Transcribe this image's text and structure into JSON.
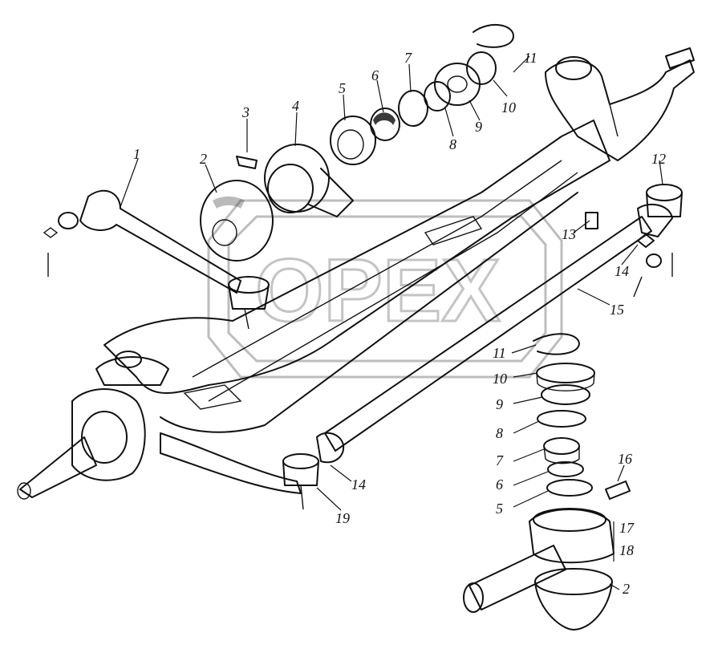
{
  "watermark": {
    "text": "OPEX"
  },
  "callouts": [
    {
      "id": "l1",
      "text": "1"
    },
    {
      "id": "l2a",
      "text": "2"
    },
    {
      "id": "l3",
      "text": "3"
    },
    {
      "id": "l4",
      "text": "4"
    },
    {
      "id": "l5a",
      "text": "5"
    },
    {
      "id": "l6a",
      "text": "6"
    },
    {
      "id": "l7a",
      "text": "7"
    },
    {
      "id": "l8a",
      "text": "8"
    },
    {
      "id": "l9a",
      "text": "9"
    },
    {
      "id": "l10a",
      "text": "10"
    },
    {
      "id": "l11a",
      "text": "11"
    },
    {
      "id": "l12",
      "text": "12"
    },
    {
      "id": "l13",
      "text": "13"
    },
    {
      "id": "l14a",
      "text": "14"
    },
    {
      "id": "l15",
      "text": "15"
    },
    {
      "id": "l11b",
      "text": "11"
    },
    {
      "id": "l10b",
      "text": "10"
    },
    {
      "id": "l9b",
      "text": "9"
    },
    {
      "id": "l8b",
      "text": "8"
    },
    {
      "id": "l7b",
      "text": "7"
    },
    {
      "id": "l6b",
      "text": "6"
    },
    {
      "id": "l5b",
      "text": "5"
    },
    {
      "id": "l16",
      "text": "16"
    },
    {
      "id": "l17",
      "text": "17"
    },
    {
      "id": "l18",
      "text": "18"
    },
    {
      "id": "l2b",
      "text": "2"
    },
    {
      "id": "l14b",
      "text": "14"
    },
    {
      "id": "l19",
      "text": "19"
    }
  ]
}
